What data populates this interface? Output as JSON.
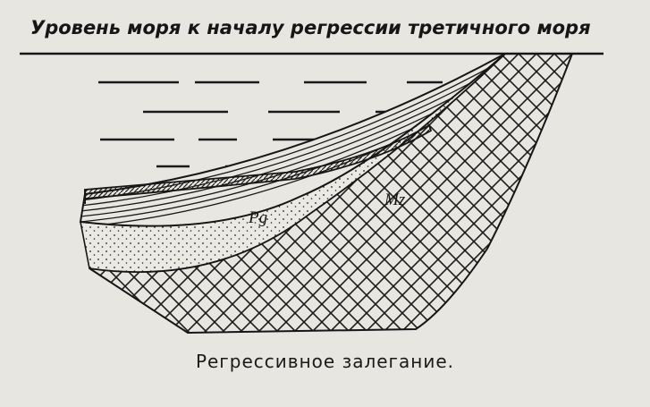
{
  "figure": {
    "title": "Уровень моря к началу регрессии третичного моря",
    "labels": {
      "paleogene": "Pg",
      "mesozoic": "Mz"
    },
    "caption": "Регрессивное залегание."
  },
  "colors": {
    "ink": "#161616",
    "paper": "#e8e6e1"
  }
}
